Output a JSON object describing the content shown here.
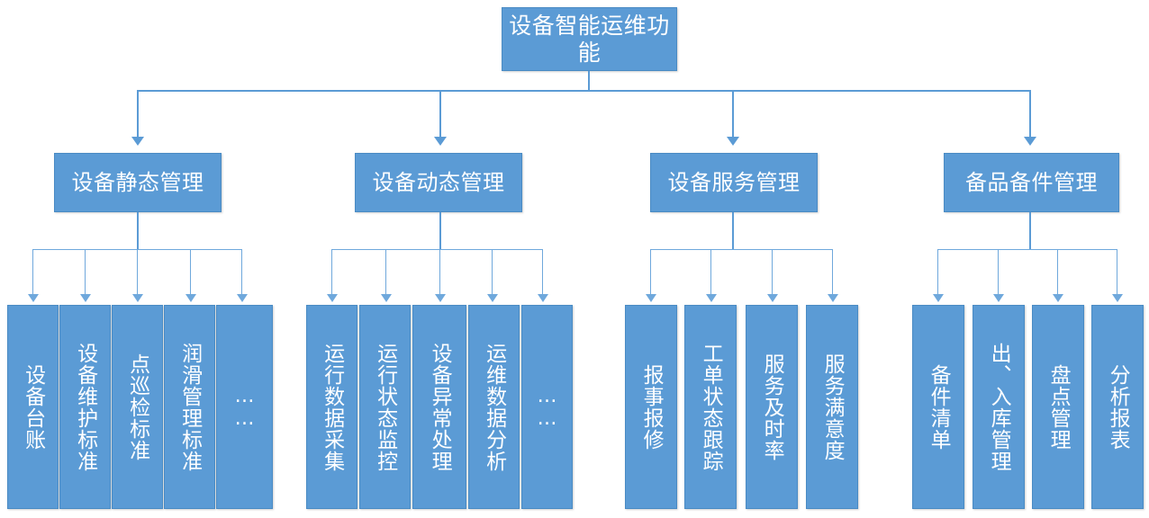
{
  "diagram": {
    "title_node": "设备智能运维功能",
    "colors": {
      "node_fill": "#5B9BD5",
      "node_border": "#4A8BC4",
      "node_text": "#FFFFFF",
      "connector": "#5B9BD5",
      "connector_thin": "#6FA8DC",
      "background": "#FFFFFF"
    },
    "branches": [
      {
        "label": "设备静态管理",
        "children": [
          "设备台账",
          "设备维护标准",
          "点巡检标准",
          "润滑管理标准",
          "……"
        ]
      },
      {
        "label": "设备动态管理",
        "children": [
          "运行数据采集",
          "运行状态监控",
          "设备异常处理",
          "运维数据分析",
          "……"
        ]
      },
      {
        "label": "设备服务管理",
        "children": [
          "报事报修",
          "工单状态跟踪",
          "服务及时率",
          "服务满意度"
        ]
      },
      {
        "label": "备品备件管理",
        "children": [
          "备件清单",
          "出、入库管理",
          "盘点管理",
          "分析报表"
        ]
      }
    ]
  }
}
